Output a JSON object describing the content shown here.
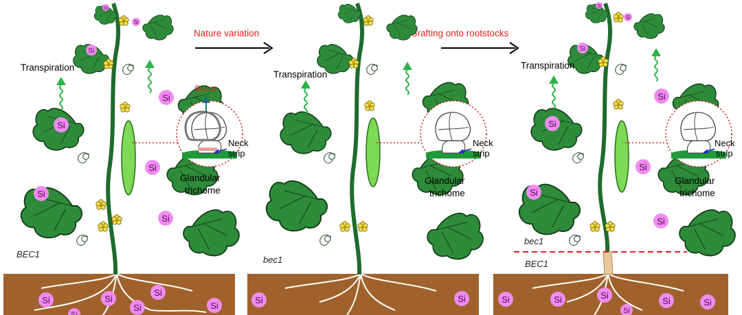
{
  "arrows": [
    {
      "label": "Nature variation"
    },
    {
      "label": "Grafting onto rootstocks"
    }
  ],
  "panels": [
    {
      "genotype": "BEC1",
      "transpiration": "Transpiration",
      "silica": "Silica",
      "neck_strip": [
        "Neck",
        "strip"
      ],
      "trichome": [
        "Glandular",
        "trichome"
      ],
      "leaf_si": "Si",
      "soil_si": "Si"
    },
    {
      "genotype": "bec1",
      "transpiration": "Transpiration",
      "neck_strip": [
        "Neck",
        "strip"
      ],
      "trichome": [
        "Glandular",
        "trichome"
      ],
      "soil_si": "Si"
    },
    {
      "genotype_scion": "bec1",
      "genotype_rootstock": "BEC1",
      "transpiration": "Transpiration",
      "neck_strip": [
        "Neck",
        "strip"
      ],
      "trichome": [
        "Glandular",
        "trichome"
      ],
      "leaf_si": "Si",
      "soil_si": "Si"
    }
  ],
  "colors": {
    "leaf": "#2e8b3a",
    "leaf_dark": "#1e5e28",
    "stem": "#1f6b2e",
    "fruit": "#7ed957",
    "soil": "#a0622d",
    "root": "#ffffff",
    "si_fill": "#f08cf0",
    "arrow_green": "#2db34a",
    "red_text": "#e02020",
    "graft_line": "#e02020",
    "rootstock": "#e8c898",
    "dotted_red": "#d02020",
    "neck_blue": "#1a2bd0"
  }
}
